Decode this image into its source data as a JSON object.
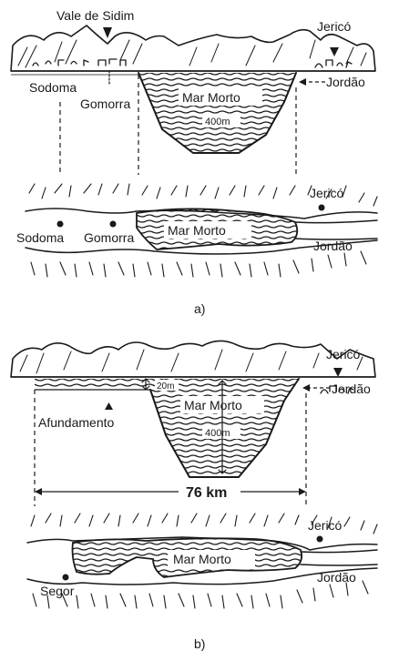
{
  "panel_a": {
    "labels": {
      "vale_de_sidim": "Vale de Sidim",
      "jerico_profile": "Jericó",
      "sodoma_profile": "Sodoma",
      "gomorra_profile": "Gomorra",
      "jordao_profile": "Jordão",
      "mar_morto_profile": "Mar Morto",
      "depth": "400m",
      "jerico_map": "Jericó",
      "sodoma_map": "Sodoma",
      "gomorra_map": "Gomorra",
      "mar_morto_map": "Mar Morto",
      "jordao_map": "Jordão"
    },
    "caption": "a)"
  },
  "panel_b": {
    "labels": {
      "jerico_profile": "Jericó",
      "jordao_profile": "Jordão",
      "afundamento": "Afundamento",
      "depth_shallow": "20m",
      "mar_morto_profile": "Mar Morto",
      "depth": "400m",
      "distance": "76 km",
      "jerico_map": "Jericó",
      "segor": "Segor",
      "mar_morto_map": "Mar Morto",
      "jordao_map": "Jordão"
    },
    "caption": "b)"
  }
}
